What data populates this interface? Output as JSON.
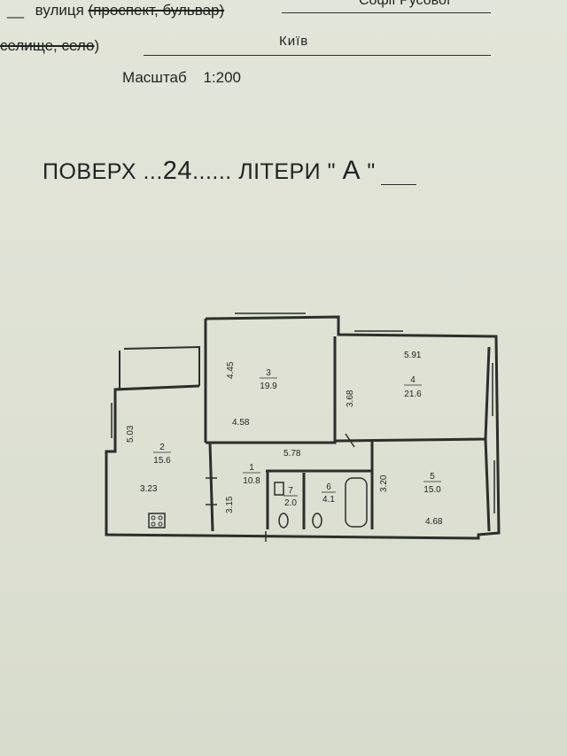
{
  "header": {
    "street_prefix": "__",
    "street_label": "вулиця",
    "street_struck": "(проспект, бульвар)",
    "street_value": "Софії Русової",
    "settlement_prefix": "селище, село",
    "settlement_close": ")",
    "city_value": "Київ",
    "scale_label": "Масштаб",
    "scale_value": "1:200"
  },
  "floor": {
    "label": "ПОВЕРХ",
    "dots_left": "...",
    "number": "24",
    "dots_right": "......",
    "letter_label": "ЛІТЕРИ",
    "quote_open": "\"",
    "letter": "А",
    "quote_close": "\""
  },
  "plan": {
    "rooms": [
      {
        "id": "1",
        "area": "10.8"
      },
      {
        "id": "2",
        "area": "15.6"
      },
      {
        "id": "3",
        "area": "19.9"
      },
      {
        "id": "4",
        "area": "21.6"
      },
      {
        "id": "5",
        "area": "15.0"
      },
      {
        "id": "6",
        "area": "4.1"
      },
      {
        "id": "7",
        "area": "2.0"
      }
    ],
    "dimensions": {
      "d_4_45": "4.45",
      "d_4_58": "4.58",
      "d_3_68": "3.68",
      "d_5_91": "5.91",
      "d_5_03": "5.03",
      "d_3_23": "3.23",
      "d_5_78": "5.78",
      "d_3_15": "3.15",
      "d_3_20": "3.20",
      "d_4_68": "4.68"
    },
    "wall_color": "#2b2e2a"
  }
}
